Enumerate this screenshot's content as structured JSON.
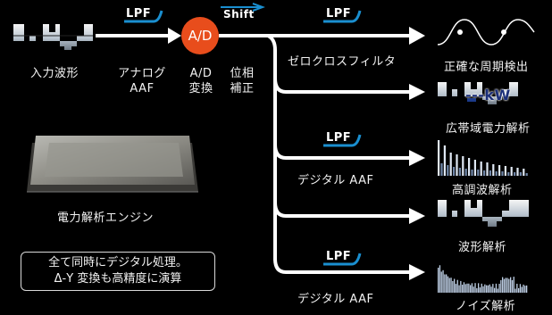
{
  "labels": {
    "input_waveform": "入力波形",
    "analog_aaf_line1": "アナログ",
    "analog_aaf_line2": "AAF",
    "ad_line1": "A/D",
    "ad_line2": "変換",
    "phase_line1": "位相",
    "phase_line2": "補正",
    "zero_cross_filter": "ゼロクロスフィルタ",
    "digital_aaf_1": "デジタル AAF",
    "digital_aaf_2": "デジタル AAF",
    "engine": "電力解析エンジン"
  },
  "blocks": {
    "lpf": "LPF",
    "ad": "A/D",
    "shift": "Shift"
  },
  "outputs": {
    "zero_cross": "正確な周期検出",
    "wideband_power": "広帯域電力解析",
    "harmonic": "高調波解析",
    "waveform": "波形解析",
    "noise": "ノイズ解析"
  },
  "power_display": "---kW",
  "note": {
    "line1": "全て同時にデジタル処理。",
    "line2": "Δ-Y 変換も高精度に演算"
  },
  "colors": {
    "accent": "#e84d1c",
    "badge": "#1a8fd0",
    "line": "#ffffff",
    "background": "#000000"
  }
}
